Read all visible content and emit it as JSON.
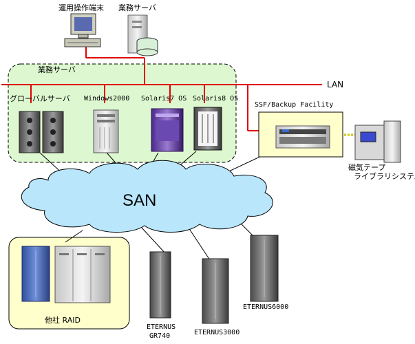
{
  "labels": {
    "operation_terminal": "運用操作端末",
    "business_server_top": "業務サーバ",
    "business_server_group": "業務サーバ",
    "lan": "LAN",
    "global_server": "グローバルサーバ",
    "windows2000": "Windows2000",
    "solaris7": "Solaris7 OS",
    "solaris8": "Solaris8 OS",
    "ssf_backup": "SSF/Backup Facility",
    "tape_library_line1": "磁気テープ",
    "tape_library_line2": "ライブラリシステム",
    "san": "SAN",
    "other_raid": "他社 RAID",
    "eternus_gr740_line1": "ETERNUS",
    "eternus_gr740_line2": "GR740",
    "eternus3000": "ETERNUS3000",
    "eternus6000": "ETERNUS6000"
  },
  "colors": {
    "lan_line": "#e00000",
    "group_fill": "#ddf8d0",
    "raid_group_fill": "#ffffcc",
    "san_cloud": "#b9e6fa",
    "ssf_box_fill": "#ffffcc"
  }
}
